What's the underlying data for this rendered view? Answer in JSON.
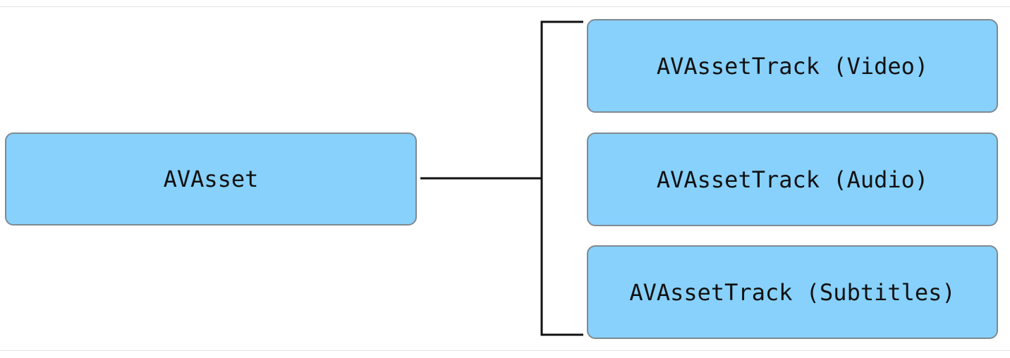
{
  "diagram": {
    "root": {
      "label": "AVAsset"
    },
    "children": [
      {
        "label": "AVAssetTrack (Video)"
      },
      {
        "label": "AVAssetTrack (Audio)"
      },
      {
        "label": "AVAssetTrack (Subtitles)"
      }
    ],
    "colors": {
      "box_fill": "#87d1fc",
      "box_border": "#7f8a91",
      "connector": "#111111",
      "text": "#111111"
    }
  }
}
